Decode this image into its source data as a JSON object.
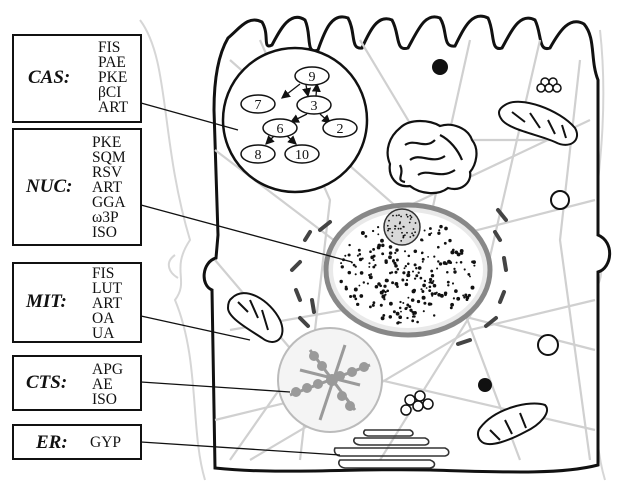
{
  "boxes": {
    "cas": {
      "title": "CAS:",
      "items": [
        "FIS",
        "PAE",
        "PKE",
        "βCI",
        "ART"
      ]
    },
    "nuc": {
      "title": "NUC:",
      "items": [
        "PKE",
        "SQM",
        "RSV",
        "ART",
        "GGA",
        "ω3P",
        "ISO"
      ]
    },
    "mit": {
      "title": "MIT:",
      "items": [
        "FIS",
        "LUT",
        "ART",
        "OA",
        "UA"
      ]
    },
    "cts": {
      "title": "CTS:",
      "items": [
        "APG",
        "AE",
        "ISO"
      ]
    },
    "er": {
      "title": "ER:",
      "items": [
        "GYP"
      ]
    }
  },
  "cascade": {
    "nodes": [
      "9",
      "7",
      "3",
      "6",
      "2",
      "8",
      "10"
    ]
  },
  "colors": {
    "line": "#111111",
    "cytoskeleton": "#cfcfcf",
    "nucleus_fill": "#e9e9e9",
    "chromatin": "#a8a8a8"
  }
}
